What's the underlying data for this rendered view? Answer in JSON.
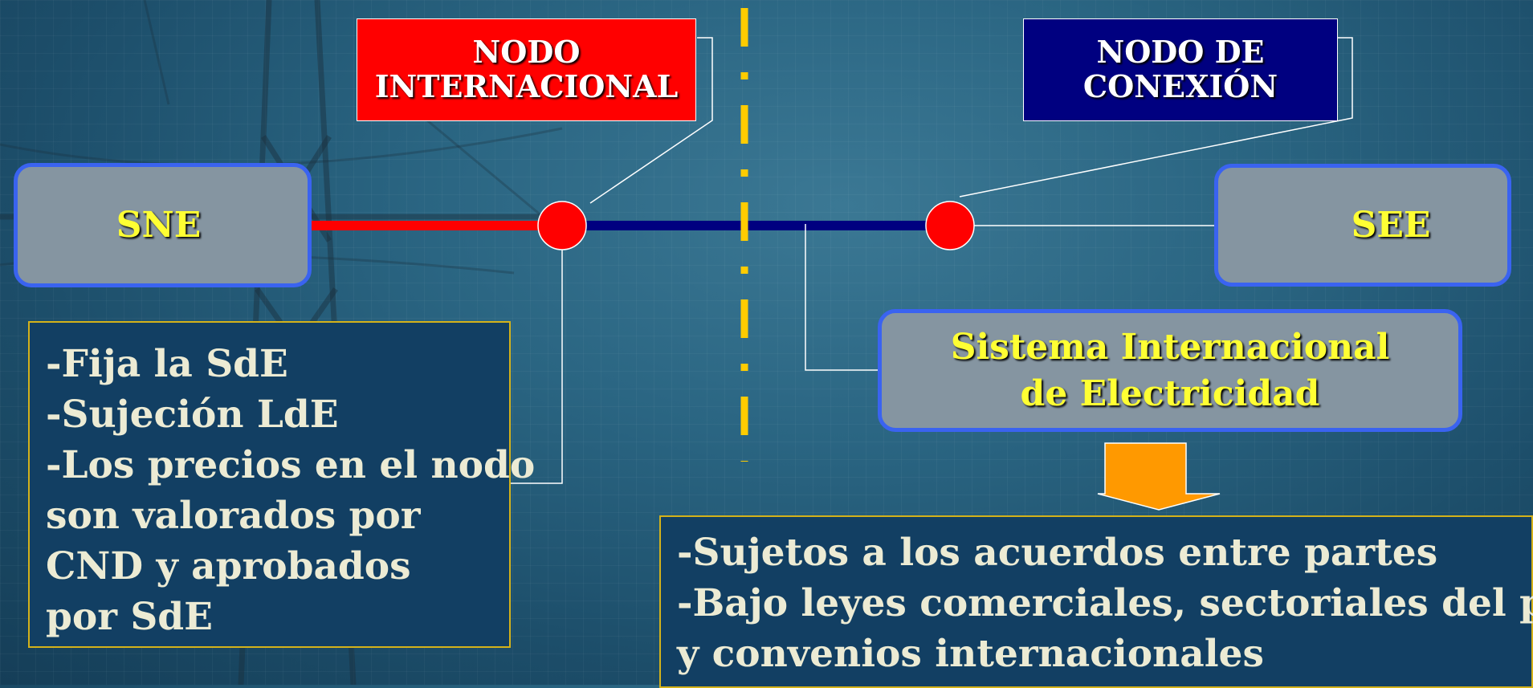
{
  "nodes": {
    "international": {
      "label": "NODO\nINTERNACIONAL",
      "color": "#ff0000"
    },
    "connection": {
      "label": "NODO DE\nCONEXIÓN",
      "color": "#000080"
    }
  },
  "systems": {
    "sne": "SNE",
    "see": "SEE",
    "sie": "Sistema Internacional\nde Electricidad"
  },
  "info_left": {
    "lines": [
      "-Fija la SdE",
      "-Sujeción LdE",
      "-Los precios en el nodo",
      "son valorados por",
      "CND y aprobados",
      "por SdE"
    ]
  },
  "info_right": {
    "lines": [
      "-Sujetos a los acuerdos entre partes",
      "-Bajo leyes comerciales, sectoriales del país",
      "y convenios internacionales"
    ]
  },
  "colors": {
    "red_line": "#ff0000",
    "blue_line": "#000080",
    "border_line": "#ffcc00",
    "arrow": "#ff9900",
    "system_border": "#3a63f0",
    "system_fill": "#8595a1",
    "system_text": "#ffff33"
  }
}
